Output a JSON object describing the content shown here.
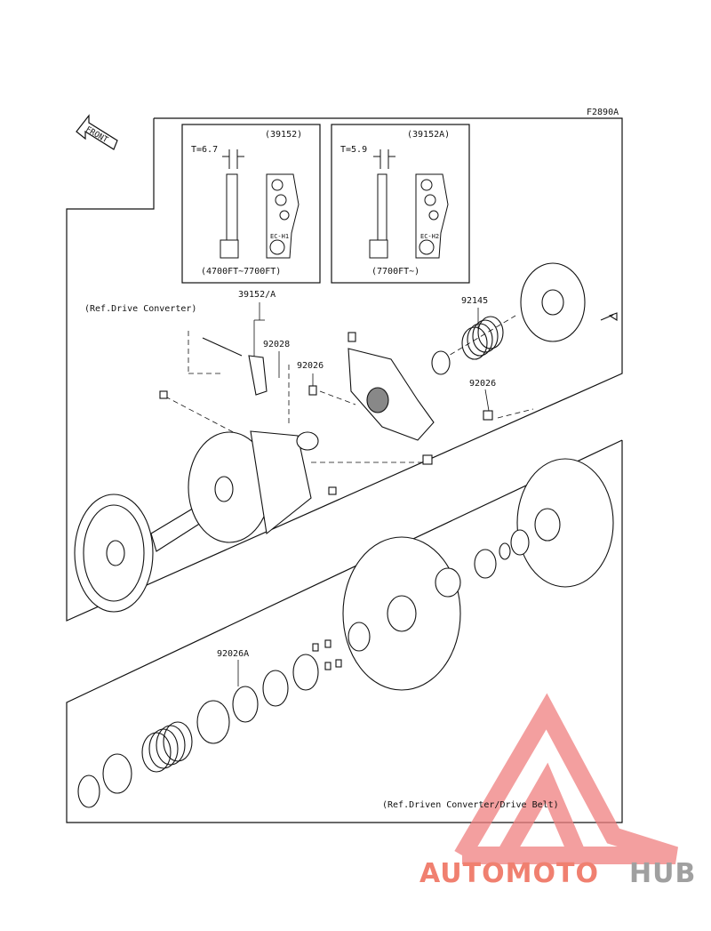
{
  "figure_code": "F2890A",
  "front_label": "FRONT",
  "inset_left": {
    "part": "(39152)",
    "thickness": "T=6.7",
    "marking": "EC-H1",
    "range": "(4700FT~7700FT)"
  },
  "inset_right": {
    "part": "(39152A)",
    "thickness": "T=5.9",
    "marking": "EC-H2",
    "range": "(7700FT~)"
  },
  "callouts": {
    "arm": "39152/A",
    "pin": "92028",
    "bushing": "92026",
    "spring": "92145",
    "bushing_right": "92026",
    "bushing_a": "92026A"
  },
  "ref_drive": "(Ref.Drive Converter)",
  "ref_driven": "(Ref.Driven Converter/Drive Belt)",
  "watermark": {
    "part1": "AUTOMOTO",
    "part2": "HUB",
    "color1": "#f08070",
    "color2": "#a0a0a0",
    "logo_color": "#f08080"
  }
}
